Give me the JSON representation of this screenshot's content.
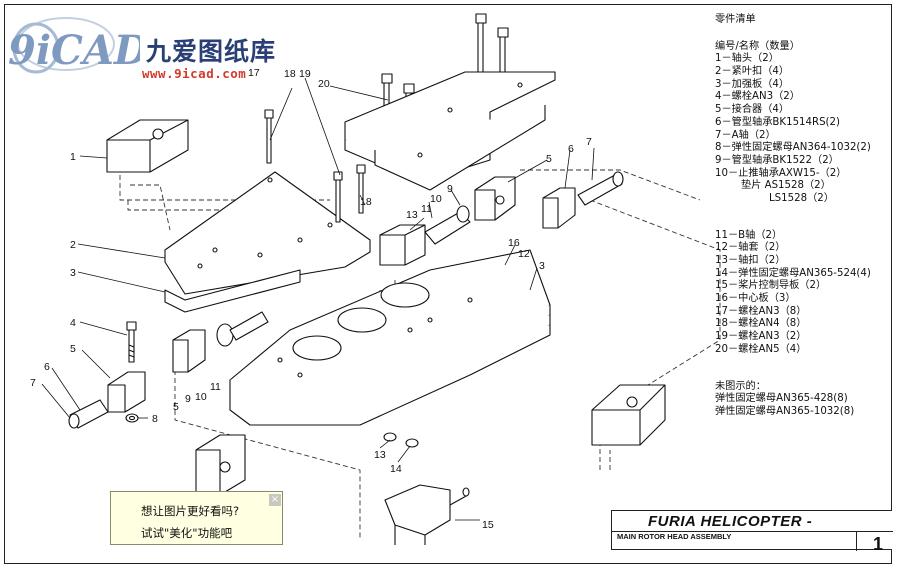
{
  "logo": {
    "mark_text": "9iCAD",
    "name": "九爱图纸库",
    "url": "www.9icad.com"
  },
  "parts_list": {
    "heading": "零件清单",
    "subheading": "编号/名称（数量）",
    "items": [
      "1－轴头（2）",
      "2－紧叶扣（4）",
      "3－加强板（4）",
      "4－螺栓AN3（2）",
      "5－接合器（4）",
      "6－管型轴承BK1514RS(2)",
      "7－A轴（2）",
      "8－弹性固定螺母AN364-1032(2)",
      "9－管型轴承BK1522（2）",
      "10－止推轴承AXW15-（2）"
    ],
    "washer_label": "垫片 AS1528（2）",
    "washer_label_2": "LS1528（2）",
    "items_2": [
      "11－B轴（2）",
      "12－轴套（2）",
      "13－轴扣（2）",
      "14－弹性固定螺母AN365-524(4)",
      "15－桨片控制导板（2）",
      "16－中心板（3）",
      "17－螺栓AN3（8）",
      "18－螺栓AN4（8）",
      "19－螺栓AN3（2）",
      "20－螺栓AN5（4）"
    ],
    "not_shown_heading": "未图示的：",
    "not_shown": [
      "弹性固定螺母AN365-428(8)",
      "弹性固定螺母AN365-1032(8)"
    ]
  },
  "callouts": {
    "c1": "1",
    "c2": "2",
    "c3": "3",
    "c3b": "3",
    "c4": "4",
    "c5a": "5",
    "c5b": "5",
    "c5c": "5",
    "c6a": "6",
    "c6b": "6",
    "c7a": "7",
    "c7b": "7",
    "c8": "8",
    "c9a": "9",
    "c9b": "9",
    "c10a": "10",
    "c10b": "10",
    "c11a": "11",
    "c11b": "11",
    "c12": "12",
    "c13a": "13",
    "c13b": "13",
    "c14": "14",
    "c15": "15",
    "c16": "16",
    "c17": "17",
    "c18": "18",
    "c18b": "18",
    "c19": "19",
    "c20": "20"
  },
  "title_block": {
    "title": "FURIA HELICOPTER -",
    "subtitle": "MAIN ROTOR HEAD ASSEMBLY",
    "sheet": "1"
  },
  "popup": {
    "line1": "想让图片更好看吗?",
    "line2": "试试\"美化\"功能吧",
    "close": "×"
  },
  "colors": {
    "logo_blue": "#2a3f76",
    "logo_red": "#d23b2a",
    "popup_bg": "#ffffe1"
  }
}
